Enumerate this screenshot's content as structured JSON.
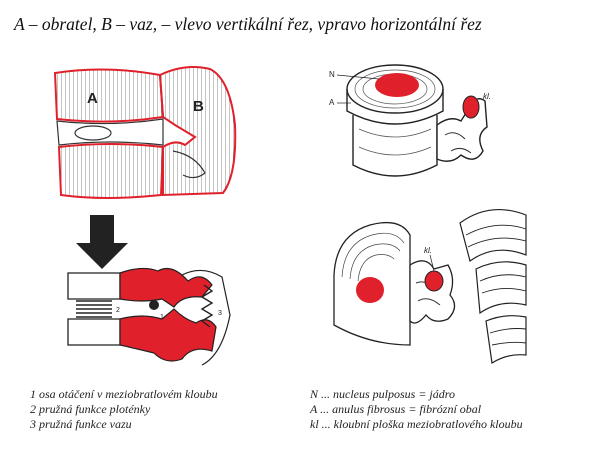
{
  "title": "A – obratel, B – vaz, – vlevo vertikální řez, vpravo horizontální řez",
  "panels": {
    "top_left": {
      "label_a": "A",
      "label_b": "B"
    },
    "top_right": {
      "label_n": "N",
      "label_a": "A",
      "label_kl": "kl."
    },
    "bottom_left": {
      "label_1": "1",
      "label_2": "2",
      "label_3": "3"
    },
    "bottom_right": {
      "label_kl": "kl."
    }
  },
  "legend_left": [
    "1 osa otáčení v meziobratlovém kloubu",
    "2 pružná funkce ploténky",
    "3 pružná funkce vazu"
  ],
  "legend_right": [
    "N ... nucleus pulposus = jádro",
    "A ... anulus fibrosus = fibrózní obal",
    "kl ... kloubní ploška meziobratlového kloubu"
  ],
  "colors": {
    "highlight": "#e0202a",
    "ink": "#222222"
  }
}
